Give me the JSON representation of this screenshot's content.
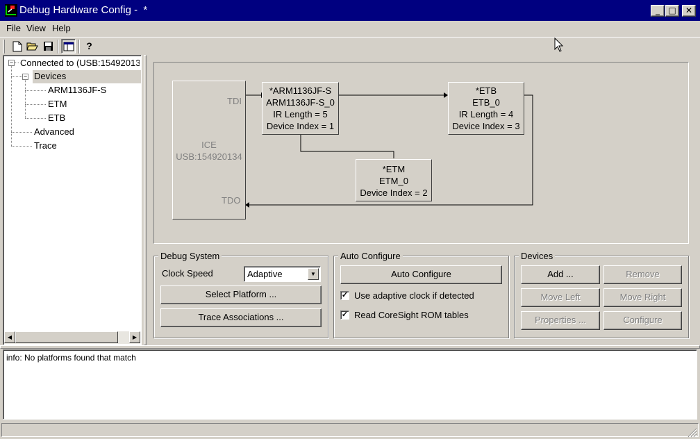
{
  "window": {
    "title": "Debug Hardware Config -  *",
    "minimize_glyph": "_",
    "maximize_glyph": "□",
    "close_glyph": "✕"
  },
  "menu": {
    "items": [
      {
        "label": "File"
      },
      {
        "label": "View"
      },
      {
        "label": "Help"
      }
    ]
  },
  "toolbar": {
    "icons": [
      "new-file-icon",
      "open-folder-icon",
      "save-icon",
      "layout-icon",
      "help-icon"
    ],
    "help_glyph": "?"
  },
  "tree": {
    "root": "Connected to (USB:15492013",
    "devices": "Devices",
    "device_children": [
      "ARM1136JF-S",
      "ETM",
      "ETB"
    ],
    "advanced": "Advanced",
    "trace": "Trace",
    "expander": "−"
  },
  "diagram": {
    "ice": {
      "line1": "ICE",
      "line2": "USB:154920134",
      "tdi": "TDI",
      "tdo": "TDO"
    },
    "arm": [
      "*ARM1136JF-S",
      "ARM1136JF-S_0",
      "IR Length = 5",
      "Device Index = 1"
    ],
    "etb": [
      "*ETB",
      "ETB_0",
      "IR Length = 4",
      "Device Index = 3"
    ],
    "etm": [
      "*ETM",
      "ETM_0",
      "Device Index = 2"
    ]
  },
  "debug_system": {
    "title": "Debug System",
    "clock_label": "Clock Speed",
    "clock_value": "Adaptive",
    "select_platform": "Select Platform ...",
    "trace_associations": "Trace Associations ..."
  },
  "auto_configure": {
    "title": "Auto Configure",
    "button": "Auto Configure",
    "adaptive_clock": {
      "label": "Use adaptive clock if detected",
      "checked": true
    },
    "coresight": {
      "label": "Read CoreSight ROM tables",
      "checked": true
    },
    "check_glyph": "✓"
  },
  "devices_panel": {
    "title": "Devices",
    "add": "Add ...",
    "remove": "Remove",
    "move_left": "Move Left",
    "move_right": "Move Right",
    "properties": "Properties ...",
    "configure": "Configure"
  },
  "console": {
    "text": "info: No platforms found that match"
  },
  "scrollbar": {
    "left": "◀",
    "right": "▶"
  },
  "dropdown_arrow": "▼"
}
